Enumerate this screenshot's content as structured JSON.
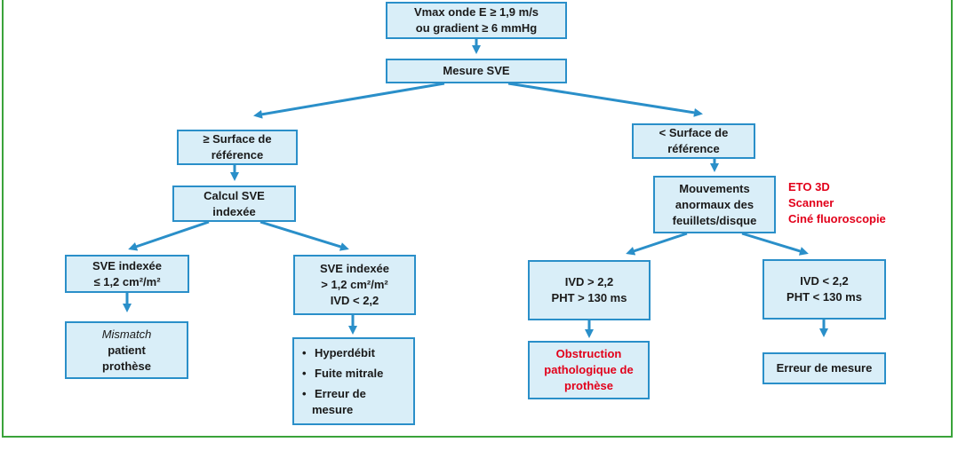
{
  "nodes": {
    "top": {
      "line1": "Vmax onde E ≥ 1,9 m/s",
      "line2": "ou gradient ≥ 6 mmHg"
    },
    "mesure_sve": "Mesure SVE",
    "ge_surface": {
      "line1": "≥ Surface de",
      "line2": "référence"
    },
    "lt_surface": {
      "line1": "< Surface de",
      "line2": "référence"
    },
    "calcul_sve": {
      "line1": "Calcul SVE",
      "line2": "indexée"
    },
    "mouvements": {
      "line1": "Mouvements",
      "line2": "anormaux des",
      "line3": "feuillets/disque"
    },
    "sve_le": {
      "line1": "SVE indexée",
      "line2": "≤ 1,2 cm²/m²"
    },
    "sve_gt": {
      "line1": "SVE indexée",
      "line2": "> 1,2 cm²/m²",
      "line3": "IVD < 2,2"
    },
    "ivd_gt": {
      "line1": "IVD > 2,2",
      "line2": "PHT > 130 ms"
    },
    "ivd_lt": {
      "line1": "IVD < 2,2",
      "line2": "PHT < 130 ms"
    },
    "mismatch": {
      "line1": "Mismatch",
      "line2": "patient",
      "line3": "prothèse"
    },
    "causes": {
      "item1": "Hyperdébit",
      "item2": "Fuite mitrale",
      "item3_line1": "Erreur de",
      "item3_line2": "mesure"
    },
    "obstruction": {
      "line1": "Obstruction",
      "line2": "pathologique de",
      "line3": "prothèse"
    },
    "erreur": "Erreur de mesure"
  },
  "side_note": {
    "line1": "ETO 3D",
    "line2": "Scanner",
    "line3": "Ciné fluoroscopie"
  },
  "colors": {
    "box_fill": "#d9eef8",
    "box_border": "#2a8fc9",
    "arrow": "#2a8fc9",
    "highlight_text": "#e2001a",
    "frame": "#3aa33a"
  }
}
